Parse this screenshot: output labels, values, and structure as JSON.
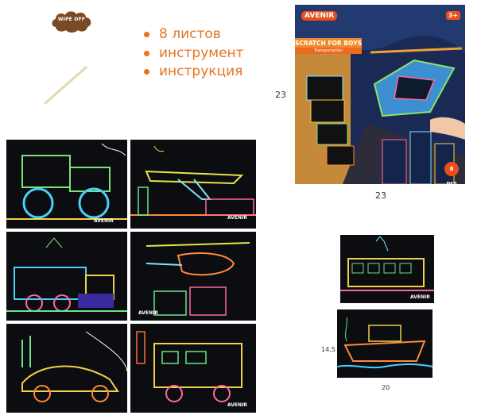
{
  "wipe_label": "WIPE OFF",
  "features": [
    "8 листов",
    "инструмент",
    "инструкция"
  ],
  "package": {
    "brand": "AVENIR",
    "age": "3+",
    "title": "SCRATCH FOR BOYS",
    "subtitle": "Transportation",
    "count": "8 pcs"
  },
  "package_dims": {
    "height": "23",
    "width": "23"
  },
  "card_dims": {
    "height": "14,5",
    "width": "20"
  },
  "card_brand": "AVENIR",
  "colors": {
    "accent": "#e7731e",
    "brand": "#e94e1b"
  }
}
